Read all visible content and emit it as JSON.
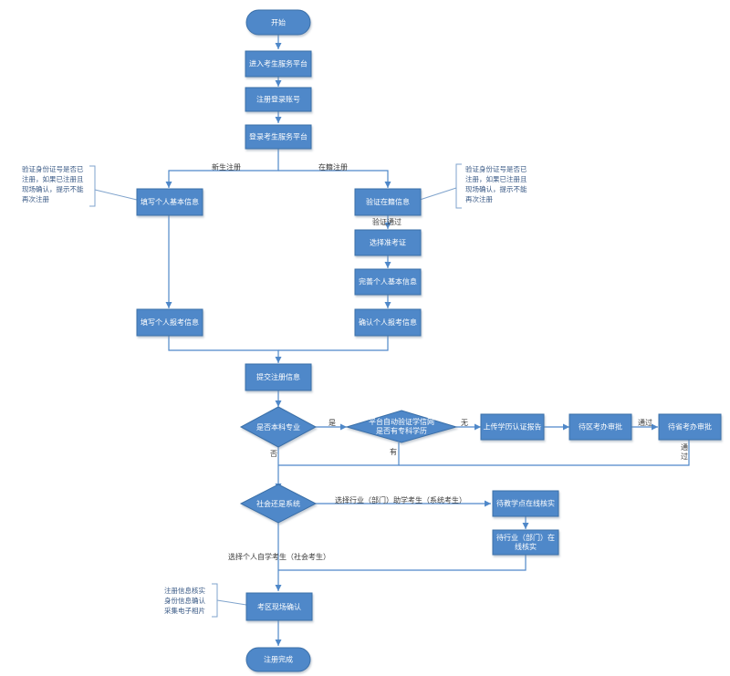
{
  "nodes": {
    "start": "开始",
    "enter_platform": "进入考生服务平台",
    "register_account": "注册登录账号",
    "login_platform": "登录考生服务平台",
    "fill_basic_info": "填写个人基本信息",
    "verify_enrolled_info": "验证在籍信息",
    "choose_admission": "选择准考证",
    "complete_basic_info": "完善个人基本信息",
    "fill_exam_info": "填写个人报考信息",
    "confirm_exam_info": "确认个人报考信息",
    "submit_registration": "提交注册信息",
    "is_undergrad": "是否本科专业",
    "auto_verify": [
      "平台自动验证学信网",
      "是否有专科学历"
    ],
    "upload_report": "上传学历认证报告",
    "district_review": "待区考办审批",
    "province_review": "待省考办审批",
    "social_or_system": "社会还是系统",
    "teaching_site_check": "待教学点在线核实",
    "industry_check": [
      "待行业（部门）在",
      "线核实"
    ],
    "onsite_confirm": "考区现场确认",
    "done": "注册完成"
  },
  "edges": {
    "new_student": "新生注册",
    "enrolled": "在籍注册",
    "verify_pass": "验证通过",
    "yes": "是",
    "no_none": "无",
    "pass": "通过",
    "province_pass": [
      "通",
      "过"
    ],
    "no": "否",
    "has": "有",
    "choose_industry": "选择行业（部门）助学考生（系统考生）",
    "choose_self": "选择个人自学考生（社会考生）"
  },
  "notes": {
    "left": [
      "验证身份证号是否已",
      "注册，如果已注册且",
      "现场确认，提示不能",
      "再次注册"
    ],
    "right": [
      "验证身份证号是否已",
      "注册，如果已注册且",
      "现场确认，提示不能",
      "再次注册"
    ],
    "onsite": [
      "注册信息核实",
      "身份信息确认",
      "采集电子相片"
    ]
  },
  "colors": {
    "node_fill": "#4f88c9",
    "node_stroke": "#3b6fa8",
    "line": "#4f88c9",
    "note_bracket": "#7fa3cc"
  }
}
